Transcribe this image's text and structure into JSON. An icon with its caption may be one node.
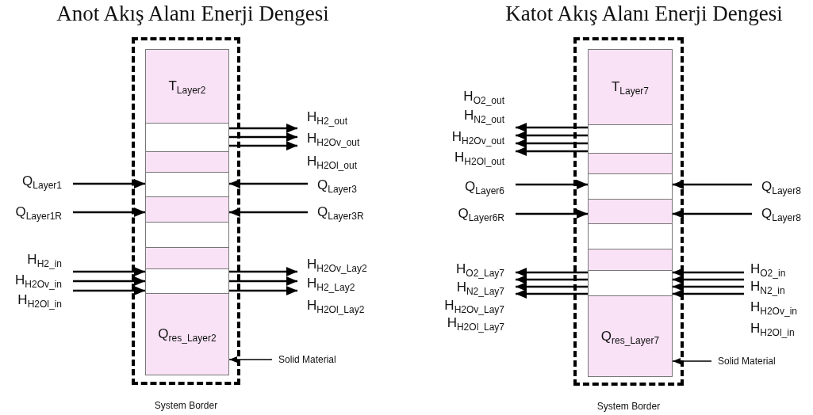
{
  "diagram": {
    "nodes": [
      {
        "text": [],
        "shape": "box",
        "beside": [
          "System Border"
        ]
      },
      {
        "text": [
          "T$_{Layer2}$"
        ],
        "in": 0
      },
      {
        "text": [],
        "shape": "box",
        "in": 0
      },
      {
        "text": [],
        "shape": "box",
        "in": 0
      },
      {
        "text": [],
        "shape": "box",
        "in": 0
      },
      {
        "text": [],
        "shape": "box",
        "in": 0
      },
      {
        "text": [],
        "shape": "box",
        "in": 0
      },
      {
        "text": [],
        "shape": "box",
        "in": 0
      },
      {
        "text": [],
        "shape": "box",
        "in": 0
      },
      {
        "text": [
          "Q$_{res_Layer2}$"
        ],
        "in": 0
      },
      {
        "text": [
          "Q$_{Layer1}$"
        ]
      },
      {
        "text": [
          "Q$_{Layer1R}$"
        ]
      },
      {
        "text": [
          "H$_{H2_out}$"
        ]
      },
      {
        "text": [
          "H$_{H2Ov_out}$"
        ]
      },
      {
        "text": [
          "H$_{H2Ol_out}$"
        ]
      },
      {
        "text": [
          "Q$_{Layer3}$"
        ]
      },
      {
        "text": [
          "Q$_{Layer3R}$"
        ]
      },
      {
        "text": [
          "H$_{H2_in}$"
        ]
      },
      {
        "text": [
          "H$_{H2Ov_in}$"
        ]
      },
      {
        "text": [
          "H$_{H2Ol_in}$"
        ]
      },
      {
        "text": [
          "H$_{H2Ov_Lay2}$"
        ]
      },
      {
        "text": [
          "H$_{H2_Lay2}$"
        ]
      },
      {
        "text": [
          "H$_{H2Ol_Lay2}$"
        ]
      },
      {
        "text": [
          "Solid Material"
        ]
      },
      {
        "text": [],
        "shape": "box",
        "beside": [
          "System Border"
        ]
      },
      {
        "text": [
          "T$_{Layer7}$"
        ],
        "in": 24
      },
      {
        "text": [],
        "shape": "box",
        "in": 24
      },
      {
        "text": [],
        "shape": "box",
        "in": 24
      },
      {
        "text": [],
        "shape": "box",
        "in": 24
      },
      {
        "text": [],
        "shape": "box",
        "in": 24
      },
      {
        "text": [],
        "shape": "box",
        "in": 24
      },
      {
        "text": [],
        "shape": "box",
        "in": 24
      },
      {
        "text": [],
        "shape": "box",
        "in": 24
      },
      {
        "text": [
          "Q$_{res_Layer7}$"
        ],
        "in": 24
      },
      {
        "text": [
          "H$_{O2_out}$"
        ]
      },
      {
        "text": [
          "H$_{N2_out}$"
        ]
      },
      {
        "text": [
          "H$_{H2Ov_out}$"
        ]
      },
      {
        "text": [
          "H$_{H2Ol_out}$"
        ]
      },
      {
        "text": [
          "Q$_{Layer6}$"
        ]
      },
      {
        "text": [
          "Q$_{Layer6R}$"
        ]
      },
      {
        "text": [
          "Q$_{Layer8}$"
        ]
      },
      {
        "text": [
          "Q$_{Layer8}$"
        ]
      },
      {
        "text": [
          "H$_{O2_Lay7}$"
        ]
      },
      {
        "text": [
          "H$_{N2_Lay7}$"
        ]
      },
      {
        "text": [
          "H$_{H2Ov_Lay7}$"
        ]
      },
      {
        "text": [
          "H$_{H2Ol_Lay7}$"
        ]
      },
      {
        "text": [
          "Solid Material"
        ]
      }
    ],
    "edges": [
      {
        "from": 10,
        "to": 4,
        "arrow": "to"
      },
      {
        "from": 11,
        "to": 5,
        "arrow": "to"
      },
      {
        "from": 15,
        "to": 4,
        "arrow": "to"
      },
      {
        "from": 16,
        "to": 5,
        "arrow": "to"
      },
      {
        "from": 2,
        "to": 12,
        "arrow": "to"
      },
      {
        "from": 2,
        "to": 13,
        "arrow": "to"
      },
      {
        "from": 2,
        "to": 14,
        "arrow": "to"
      },
      {
        "from": 17,
        "to": 8,
        "arrow": "to"
      },
      {
        "from": 18,
        "to": 8,
        "arrow": "to"
      },
      {
        "from": 19,
        "to": 8,
        "arrow": "to"
      },
      {
        "from": 8,
        "to": 20,
        "arrow": "to"
      },
      {
        "from": 8,
        "to": 21,
        "arrow": "to"
      },
      {
        "from": 8,
        "to": 22,
        "arrow": "to"
      },
      {
        "from": 23,
        "to": 9,
        "arrow": "to"
      },
      {
        "from": 26,
        "to": 34,
        "arrow": "to"
      },
      {
        "from": 26,
        "to": 35,
        "arrow": "to"
      },
      {
        "from": 26,
        "to": 36,
        "arrow": "to"
      },
      {
        "from": 26,
        "to": 37,
        "arrow": "to"
      },
      {
        "from": 38,
        "to": 28,
        "arrow": "to"
      },
      {
        "from": 39,
        "to": 29,
        "arrow": "to"
      },
      {
        "from": 40,
        "to": 28,
        "arrow": "to"
      },
      {
        "from": 41,
        "to": 29,
        "arrow": "to"
      },
      {
        "from": 32,
        "to": 42,
        "arrow": "to"
      },
      {
        "from": 32,
        "to": 43,
        "arrow": "to"
      },
      {
        "from": 32,
        "to": 44,
        "arrow": "to"
      },
      {
        "from": 32,
        "to": 45,
        "arrow": "to"
      },
      {
        "from": null,
        "to": 32,
        "arrow": "to"
      },
      {
        "from": null,
        "to": 32,
        "arrow": "to"
      },
      {
        "from": null,
        "to": 32,
        "arrow": "to"
      },
      {
        "from": null,
        "to": 32,
        "arrow": "to"
      },
      {
        "from": 46,
        "to": 33,
        "arrow": "to"
      }
    ],
    "labels": [
      "Anot Akış Alanı Enerji Dengesi",
      "Katot Akış Alanı Enerji Dengesi",
      "H$_{O2_in}$",
      "H$_{N2_in}$",
      "H$_{H2Ov_in}$",
      "H$_{H2Ol_in}$"
    ]
  }
}
